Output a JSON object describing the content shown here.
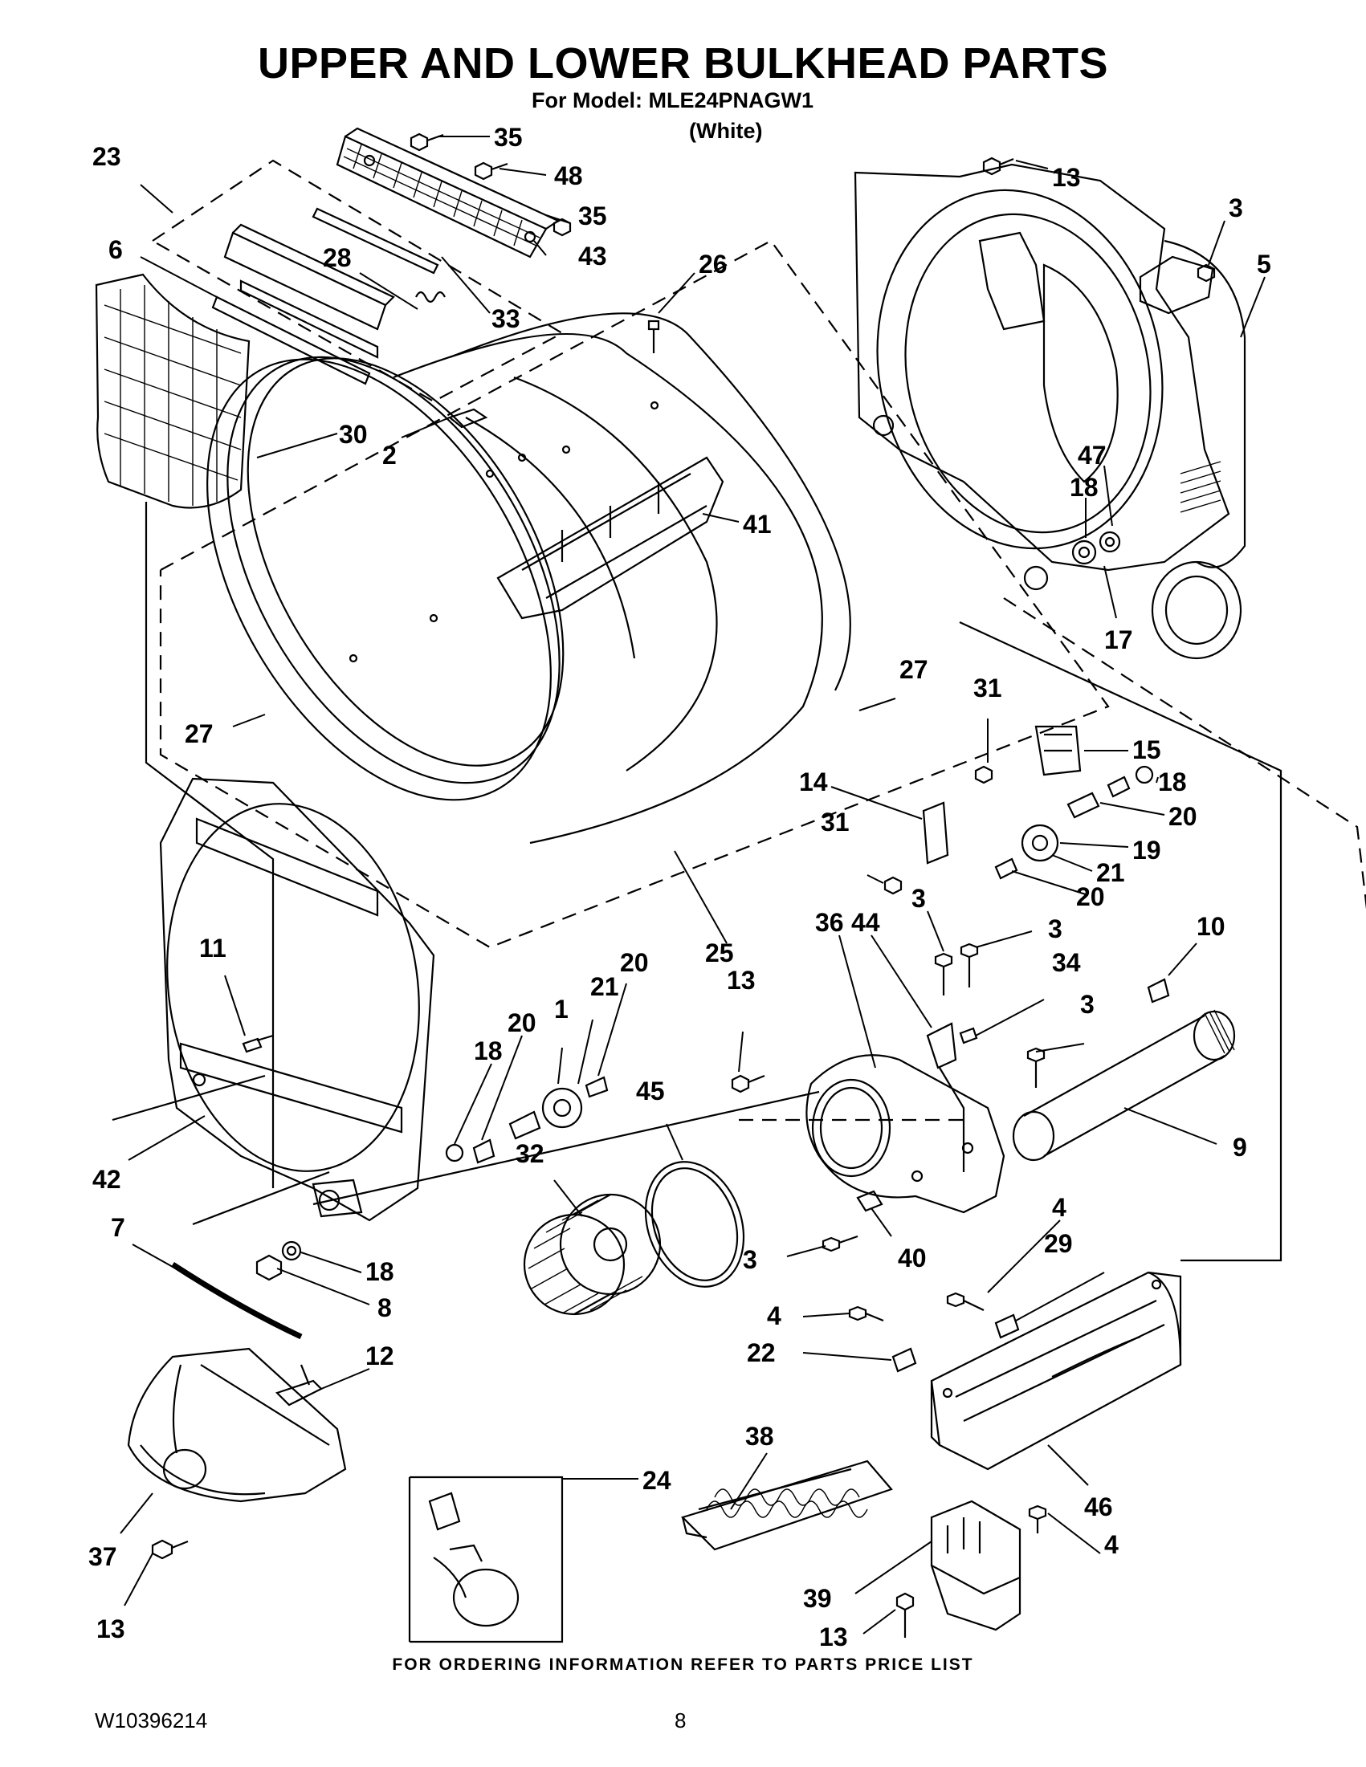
{
  "header": {
    "title": "UPPER AND LOWER BULKHEAD PARTS",
    "model_line": "For Model: MLE24PNAGW1",
    "color": "(White)"
  },
  "footer": {
    "ordering_note": "FOR ORDERING INFORMATION REFER TO PARTS PRICE LIST",
    "document_number": "W10396214",
    "page_number": "8"
  },
  "callouts": [
    {
      "id": "c35a",
      "label": "35"
    },
    {
      "id": "c48",
      "label": "48"
    },
    {
      "id": "c35b",
      "label": "35"
    },
    {
      "id": "c43",
      "label": "43"
    },
    {
      "id": "c23",
      "label": "23"
    },
    {
      "id": "c6",
      "label": "6"
    },
    {
      "id": "c28",
      "label": "28"
    },
    {
      "id": "c33",
      "label": "33"
    },
    {
      "id": "c26",
      "label": "26"
    },
    {
      "id": "c30",
      "label": "30"
    },
    {
      "id": "c2",
      "label": "2"
    },
    {
      "id": "c41",
      "label": "41"
    },
    {
      "id": "c13a",
      "label": "13"
    },
    {
      "id": "c3a",
      "label": "3"
    },
    {
      "id": "c5",
      "label": "5"
    },
    {
      "id": "c47",
      "label": "47"
    },
    {
      "id": "c18a",
      "label": "18"
    },
    {
      "id": "c17",
      "label": "17"
    },
    {
      "id": "c27a",
      "label": "27"
    },
    {
      "id": "c27b",
      "label": "27"
    },
    {
      "id": "c31a",
      "label": "31"
    },
    {
      "id": "c15",
      "label": "15"
    },
    {
      "id": "c18b",
      "label": "18"
    },
    {
      "id": "c14",
      "label": "14"
    },
    {
      "id": "c20a",
      "label": "20"
    },
    {
      "id": "c31b",
      "label": "31"
    },
    {
      "id": "c19",
      "label": "19"
    },
    {
      "id": "c21a",
      "label": "21"
    },
    {
      "id": "c20b",
      "label": "20"
    },
    {
      "id": "c3b",
      "label": "3"
    },
    {
      "id": "c3c",
      "label": "3"
    },
    {
      "id": "c10",
      "label": "10"
    },
    {
      "id": "c25",
      "label": "25"
    },
    {
      "id": "c36",
      "label": "36"
    },
    {
      "id": "c44",
      "label": "44"
    },
    {
      "id": "c34",
      "label": "34"
    },
    {
      "id": "c11",
      "label": "11"
    },
    {
      "id": "c13b",
      "label": "13"
    },
    {
      "id": "c3d",
      "label": "3"
    },
    {
      "id": "c1",
      "label": "1"
    },
    {
      "id": "c21b",
      "label": "21"
    },
    {
      "id": "c20c",
      "label": "20"
    },
    {
      "id": "c20d",
      "label": "20"
    },
    {
      "id": "c18c",
      "label": "18"
    },
    {
      "id": "c45",
      "label": "45"
    },
    {
      "id": "c9",
      "label": "9"
    },
    {
      "id": "c42",
      "label": "42"
    },
    {
      "id": "c32",
      "label": "32"
    },
    {
      "id": "c7",
      "label": "7"
    },
    {
      "id": "c18d",
      "label": "18"
    },
    {
      "id": "c3e",
      "label": "3"
    },
    {
      "id": "c40",
      "label": "40"
    },
    {
      "id": "c4a",
      "label": "4"
    },
    {
      "id": "c29",
      "label": "29"
    },
    {
      "id": "c8",
      "label": "8"
    },
    {
      "id": "c4b",
      "label": "4"
    },
    {
      "id": "c22",
      "label": "22"
    },
    {
      "id": "c12",
      "label": "12"
    },
    {
      "id": "c38",
      "label": "38"
    },
    {
      "id": "c24",
      "label": "24"
    },
    {
      "id": "c46",
      "label": "46"
    },
    {
      "id": "c4c",
      "label": "4"
    },
    {
      "id": "c37",
      "label": "37"
    },
    {
      "id": "c39",
      "label": "39"
    },
    {
      "id": "c13c",
      "label": "13"
    },
    {
      "id": "c13d",
      "label": "13"
    }
  ]
}
